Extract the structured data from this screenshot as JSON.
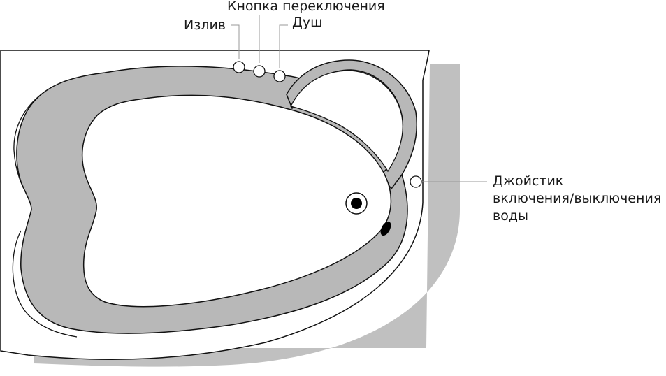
{
  "labels": {
    "spout": "Излив",
    "switch_button": "Кнопка переключения",
    "shower": "Душ",
    "joystick": [
      "Джойстик",
      "включения/выключения",
      "воды"
    ]
  },
  "colors": {
    "background": "#ffffff",
    "outline": "#111111",
    "gray_fill": "#b8b8b8",
    "shadow": "#c0c0c0",
    "leader_line": "#999999",
    "drain": "#000000"
  }
}
